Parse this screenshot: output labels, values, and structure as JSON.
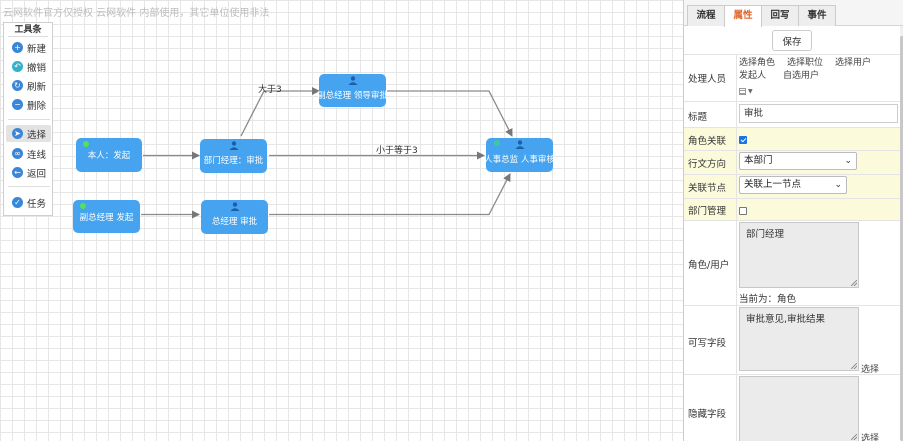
{
  "canvas": {
    "watermark": "云网软件官方仅授权 云网软件 内部使用，其它单位使用非法"
  },
  "toolbox": {
    "title": "工具条",
    "items": [
      {
        "label": "新建",
        "icon": "plus-circle-icon",
        "color": "#3a86d9"
      },
      {
        "label": "撤销",
        "icon": "undo-icon",
        "color": "#36b0c9"
      },
      {
        "label": "刷新",
        "icon": "refresh-icon",
        "color": "#3a86d9"
      },
      {
        "label": "删除",
        "icon": "minus-circle-icon",
        "color": "#3a86d9"
      },
      {
        "label": "选择",
        "icon": "cursor-icon",
        "color": "#3a86d9"
      },
      {
        "label": "连线",
        "icon": "link-icon",
        "color": "#3a86d9"
      },
      {
        "label": "返回",
        "icon": "return-icon",
        "color": "#3a86d9"
      },
      {
        "label": "任务",
        "icon": "check-circle-icon",
        "color": "#3a86d9"
      }
    ]
  },
  "flow": {
    "node_color": "#45a3f0",
    "nodes": {
      "self_start": "本人：发起",
      "dept_manager": "部门经理：审批",
      "vice_gm_leader": "副总经理 领导审批",
      "hr_director": "人事总监 人事审核",
      "vice_gm_start": "副总经理 发起",
      "gm_approve": "总经理 审批"
    },
    "edge_labels": {
      "greater_than_3": "大于3",
      "less_equal_3": "小于等于3"
    }
  },
  "panel": {
    "tabs": [
      {
        "label": "流程",
        "active": false
      },
      {
        "label": "属性",
        "active": true
      },
      {
        "label": "回写",
        "active": false
      },
      {
        "label": "事件",
        "active": false
      }
    ],
    "save_label": "保存",
    "handler": {
      "label": "处理人员",
      "links_row1": [
        "选择角色",
        "选择职位",
        "选择用户"
      ],
      "links_row2": [
        "发起人",
        "自选用户"
      ],
      "icon": "grid-dropdown-icon"
    },
    "title_field": {
      "label": "标题",
      "value": "审批"
    },
    "role_link": {
      "label": "角色关联",
      "checked": true
    },
    "direction": {
      "label": "行文方向",
      "value": "本部门"
    },
    "linked_node": {
      "label": "关联节点",
      "value": "关联上一节点"
    },
    "dept_manage": {
      "label": "部门管理",
      "checked": false
    },
    "role_user": {
      "label": "角色/用户",
      "value": "部门经理",
      "current": "当前为：角色"
    },
    "writable": {
      "label": "可写字段",
      "value": "审批意见,审批结果",
      "select_label": "选择"
    },
    "hidden": {
      "label": "隐藏字段",
      "value": "",
      "select_label": "选择"
    },
    "highlight_color": "#fbfbdc",
    "active_tab_color": "#e0652c"
  }
}
